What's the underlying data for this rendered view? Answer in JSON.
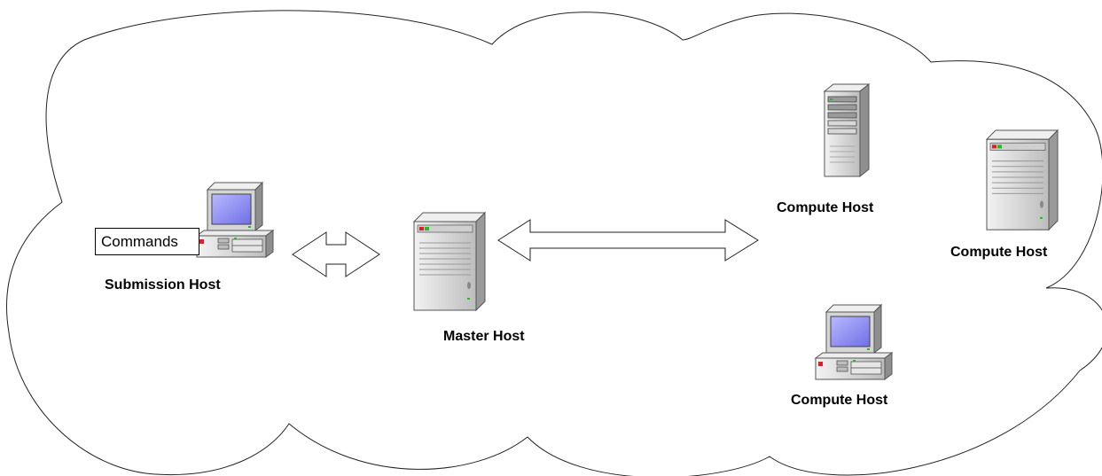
{
  "commands_label": "Commands",
  "nodes": {
    "submission": {
      "label": "Submission Host"
    },
    "master": {
      "label": "Master Host"
    },
    "compute_top": {
      "label": "Compute Host"
    },
    "compute_right": {
      "label": "Compute Host"
    },
    "compute_bottom": {
      "label": "Compute Host"
    }
  },
  "colors": {
    "screen": "#8c8cf0",
    "case": "#d9d9d9",
    "case_dark": "#8c8c8c",
    "led_red": "#e02020",
    "led_green": "#1fbf1f"
  }
}
